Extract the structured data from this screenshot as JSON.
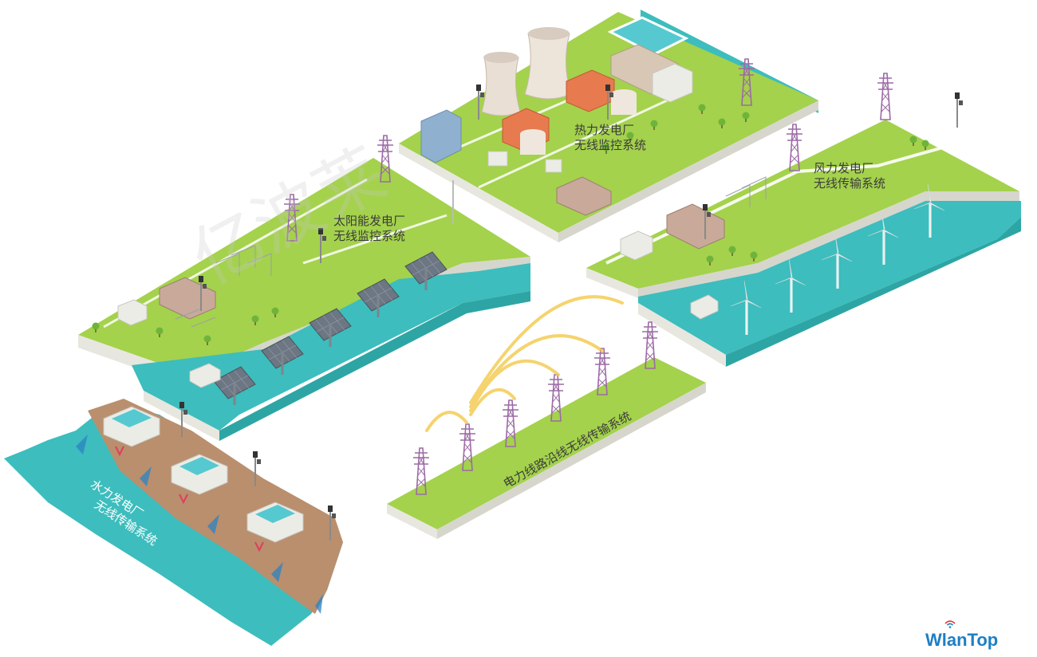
{
  "labels": {
    "thermal": [
      "热力发电厂",
      "无线监控系统"
    ],
    "solar": [
      "太阳能发电厂",
      "无线监控系统"
    ],
    "wind": [
      "风力发电厂",
      "无线传输系统"
    ],
    "powerline": "电力线路沿线无线传输系统",
    "hydro": [
      "水力发电厂",
      "无线传输系统"
    ]
  },
  "watermark": "亿波莱",
  "brand": "WlanTop",
  "colors": {
    "grass": "#a4d24c",
    "grass_dark": "#8fbd3c",
    "slab_side": "#e7e7df",
    "water": "#3dbdbd",
    "water_dark": "#2ea5a5",
    "tower": "#9c6aa6",
    "signal": "#f3c94a",
    "brand": "#1d7fc4"
  },
  "icons": [
    "power-tower-icon",
    "solar-panel-icon",
    "wind-turbine-icon",
    "cooling-tower-icon",
    "wifi-signal-icon",
    "antenna-icon"
  ]
}
